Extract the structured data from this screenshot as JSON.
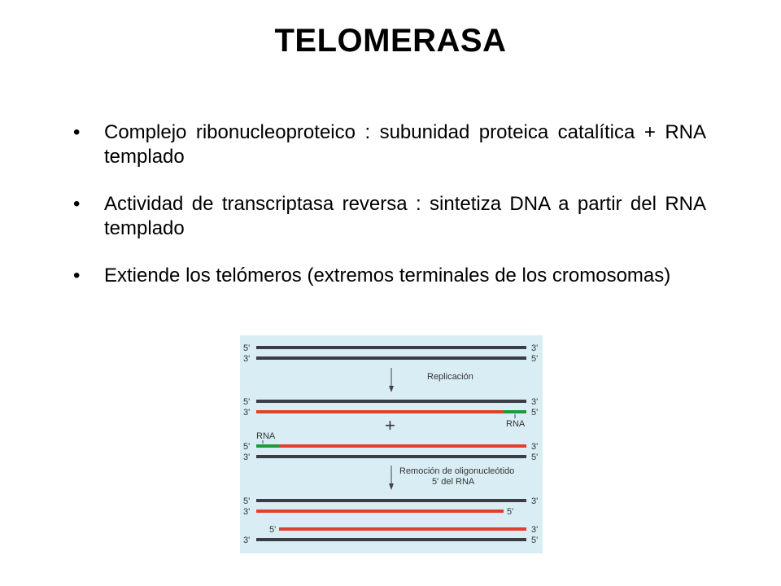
{
  "title": "TELOMERASA",
  "bullets": [
    {
      "dot": "•",
      "text": "Complejo ribonucleoproteico : subunidad proteica catalítica + RNA templado"
    },
    {
      "dot": "•",
      "text": "Actividad de transcriptasa reversa : sintetiza DNA a partir del RNA templado"
    },
    {
      "dot": "•",
      "text": "Extiende los telómeros (extremos terminales de los cromosomas)"
    }
  ],
  "diagram": {
    "prime5": "5'",
    "prime3": "3'",
    "step1_label": "Replicación",
    "rna_label": "RNA",
    "plus": "+",
    "step2_label_line1": "Remoción de oligonucleótido",
    "step2_label_line2": "5' del RNA",
    "colors": {
      "background": "#d9eef4",
      "dna_parent": "#3a3d44",
      "dna_new": "#e0412e",
      "rna_primer": "#1f9a3b"
    }
  }
}
